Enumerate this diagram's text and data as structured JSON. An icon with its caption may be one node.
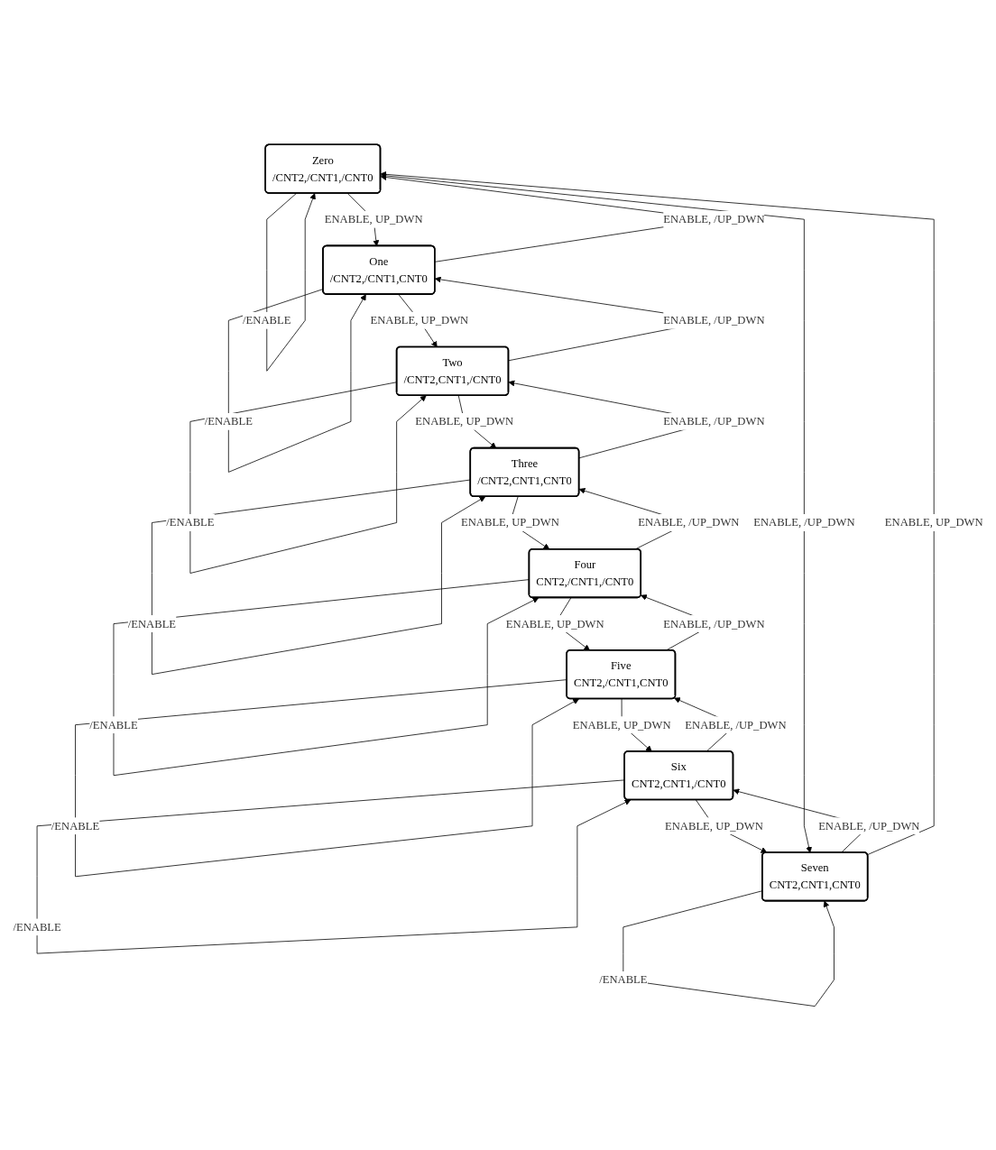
{
  "diagram": {
    "nodes": [
      {
        "text": [
          "Zero",
          "/CNT2,/CNT1,/CNT0"
        ]
      },
      {
        "text": [
          "One",
          "/CNT2,/CNT1,CNT0"
        ]
      },
      {
        "text": [
          "Two",
          "/CNT2,CNT1,/CNT0"
        ]
      },
      {
        "text": [
          "Three",
          "/CNT2,CNT1,CNT0"
        ]
      },
      {
        "text": [
          "Four",
          "CNT2,/CNT1,/CNT0"
        ]
      },
      {
        "text": [
          "Five",
          "CNT2,/CNT1,CNT0"
        ]
      },
      {
        "text": [
          "Six",
          "CNT2,CNT1,/CNT0"
        ]
      },
      {
        "text": [
          "Seven",
          "CNT2,CNT1,CNT0"
        ]
      }
    ],
    "edges": [
      {
        "from": 0,
        "to": 0,
        "arrow": "to",
        "label": "/ENABLE"
      },
      {
        "from": 0,
        "to": 1,
        "arrow": "to",
        "label": "ENABLE, UP_DWN"
      },
      {
        "from": 1,
        "to": 0,
        "arrow": "to",
        "label": "ENABLE, /UP_DWN"
      },
      {
        "from": 1,
        "to": 1,
        "arrow": "to",
        "label": "/ENABLE"
      },
      {
        "from": 1,
        "to": 2,
        "arrow": "to",
        "label": "ENABLE, UP_DWN"
      },
      {
        "from": 2,
        "to": 1,
        "arrow": "to",
        "label": "ENABLE, /UP_DWN"
      },
      {
        "from": 2,
        "to": 2,
        "arrow": "to",
        "label": "/ENABLE"
      },
      {
        "from": 2,
        "to": 3,
        "arrow": "to",
        "label": "ENABLE, UP_DWN"
      },
      {
        "from": 3,
        "to": 2,
        "arrow": "to",
        "label": "ENABLE, /UP_DWN"
      },
      {
        "from": 3,
        "to": 3,
        "arrow": "to",
        "label": "/ENABLE"
      },
      {
        "from": 3,
        "to": 4,
        "arrow": "to",
        "label": "ENABLE, UP_DWN"
      },
      {
        "from": 4,
        "to": 3,
        "arrow": "to",
        "label": "ENABLE, /UP_DWN"
      },
      {
        "from": 4,
        "to": 4,
        "arrow": "to",
        "label": "/ENABLE"
      },
      {
        "from": 4,
        "to": 5,
        "arrow": "to",
        "label": "ENABLE, UP_DWN"
      },
      {
        "from": 5,
        "to": 4,
        "arrow": "to",
        "label": "ENABLE, /UP_DWN"
      },
      {
        "from": 5,
        "to": 5,
        "arrow": "to",
        "label": "/ENABLE"
      },
      {
        "from": 5,
        "to": 6,
        "arrow": "to",
        "label": "ENABLE, UP_DWN"
      },
      {
        "from": 6,
        "to": 5,
        "arrow": "to",
        "label": "ENABLE, /UP_DWN"
      },
      {
        "from": 6,
        "to": 6,
        "arrow": "to",
        "label": "/ENABLE"
      },
      {
        "from": 6,
        "to": 7,
        "arrow": "to",
        "label": "ENABLE, UP_DWN"
      },
      {
        "from": 7,
        "to": 6,
        "arrow": "to",
        "label": "ENABLE, /UP_DWN"
      },
      {
        "from": 7,
        "to": 7,
        "arrow": "to",
        "label": "/ENABLE"
      },
      {
        "from": 7,
        "to": 0,
        "arrow": "to",
        "label": "ENABLE, UP_DWN"
      },
      {
        "from": 0,
        "to": 7,
        "arrow": "to",
        "label": "ENABLE, /UP_DWN"
      }
    ]
  }
}
